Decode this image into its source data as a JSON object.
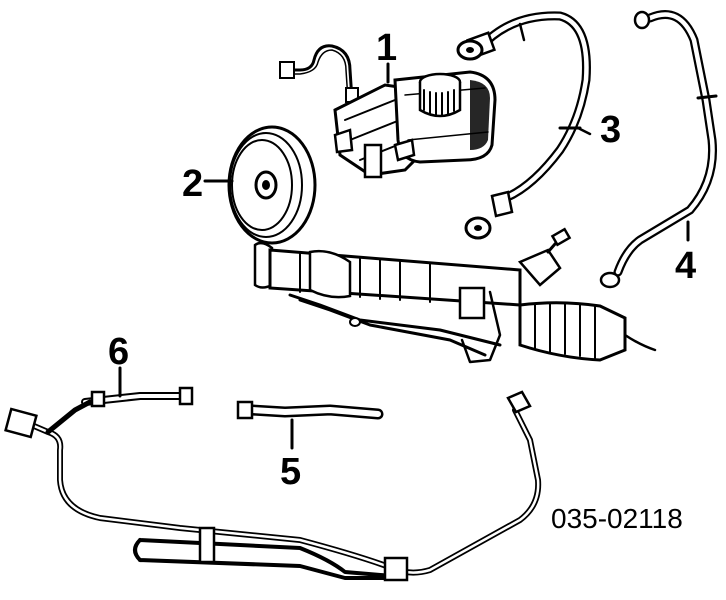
{
  "callouts": {
    "c1": "1",
    "c2": "2",
    "c3": "3",
    "c4": "4",
    "c5": "5",
    "c6": "6"
  },
  "reference_code": "035-02118"
}
